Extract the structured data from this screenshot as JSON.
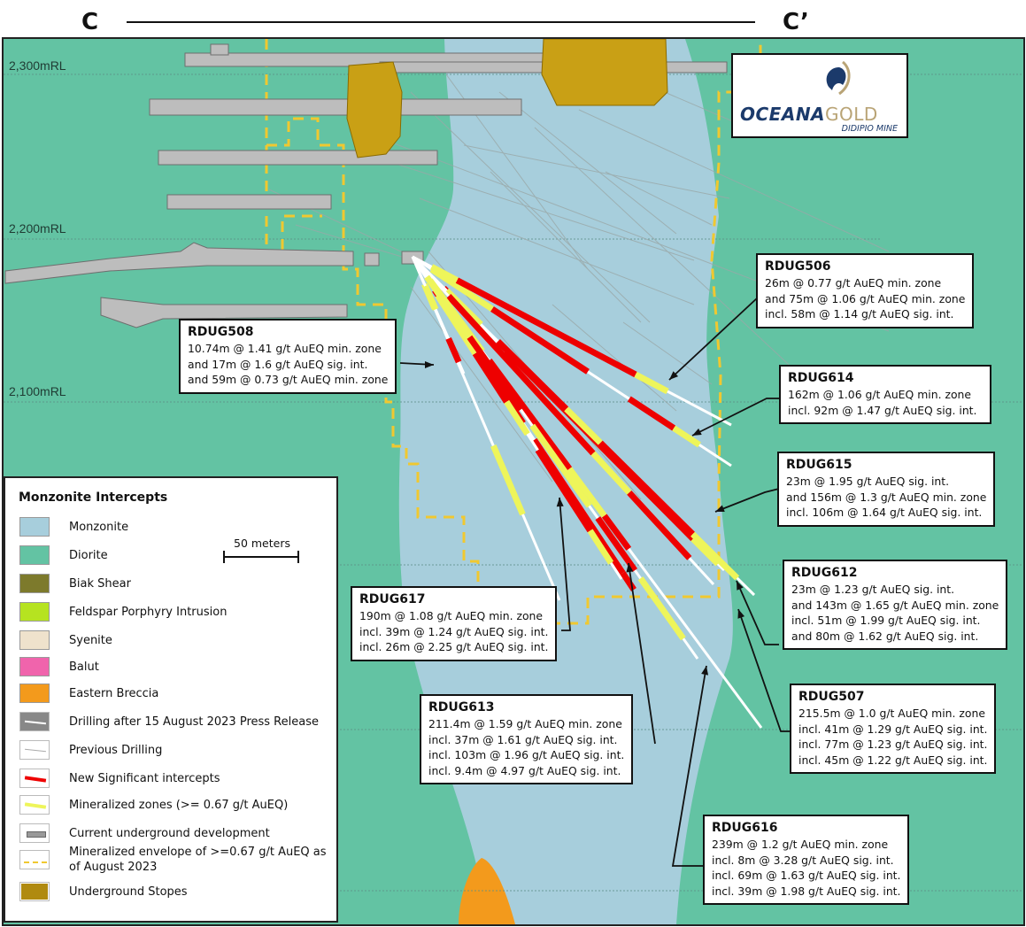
{
  "section": {
    "left_label": "C",
    "right_label": "C’"
  },
  "elevation_labels": [
    "2,300mRL",
    "2,200mRL",
    "2,100mRL"
  ],
  "logo": {
    "word_1": "OCEANA",
    "word_2": "GOLD",
    "subtitle": "DIDIPIO MINE",
    "icon": "oceanagold-crescent-logo-icon",
    "colors": {
      "navy": "#1b3a6b",
      "gold": "#b9a476"
    }
  },
  "colors": {
    "monzonite": "#a7cedc",
    "diorite": "#63c3a3",
    "biak_shear": "#7d7a2c",
    "feldspar_porphyry": "#b6e320",
    "syenite": "#efe2cc",
    "balut": "#f064ac",
    "eastern_breccia": "#f39a1c",
    "significant_intercept": "#ee0000",
    "mineralized_zone": "#eef55a",
    "envelope": "#f0c830",
    "stope": "#c9a015",
    "development": "#b8b8b8"
  },
  "legend": {
    "title": "Monzonite Intercepts",
    "scale_label": "50 meters",
    "items": [
      {
        "label": "Monzonite",
        "swatch": "monzonite"
      },
      {
        "label": "Diorite",
        "swatch": "diorite"
      },
      {
        "label": "Biak Shear",
        "swatch": "biak_shear"
      },
      {
        "label": "Feldspar Porphyry Intrusion",
        "swatch": "feldspar_porphyry"
      },
      {
        "label": "Syenite",
        "swatch": "syenite"
      },
      {
        "label": "Balut",
        "swatch": "balut"
      },
      {
        "label": "Eastern Breccia",
        "swatch": "eastern_breccia"
      },
      {
        "label": "Drilling after 15 August 2023  Press Release",
        "swatch": "new-drilling-line-icon"
      },
      {
        "label": "Previous Drilling",
        "swatch": "previous-drilling-line-icon"
      },
      {
        "label": "New Significant intercepts",
        "swatch": "significant-intercept-icon"
      },
      {
        "label": "Mineralized zones (>= 0.67 g/t AuEQ)",
        "swatch": "mineralized-zone-icon"
      },
      {
        "label": "Current underground development",
        "swatch": "development-icon"
      },
      {
        "label": "Mineralized envelope of >=0.67 g/t AuEQ as of August 2023",
        "swatch": "envelope-dashed-icon"
      },
      {
        "label": "Underground Stopes",
        "swatch": "stope-icon"
      }
    ]
  },
  "drillholes": [
    {
      "id": "RDUG508",
      "lines": [
        "10.74m @ 1.41 g/t AuEQ min. zone",
        "and 17m @ 1.6 g/t AuEQ sig. int.",
        "and 59m @ 0.73 g/t AuEQ min. zone"
      ]
    },
    {
      "id": "RDUG506",
      "lines": [
        "26m @ 0.77 g/t AuEQ min. zone",
        "and 75m @ 1.06 g/t AuEQ min. zone",
        "incl. 58m @ 1.14 g/t AuEQ sig. int."
      ]
    },
    {
      "id": "RDUG614",
      "lines": [
        "162m @ 1.06 g/t AuEQ min. zone",
        "incl. 92m @ 1.47 g/t AuEQ sig. int."
      ]
    },
    {
      "id": "RDUG615",
      "lines": [
        "23m @ 1.95 g/t AuEQ sig. int.",
        "and 156m @ 1.3 g/t AuEQ min. zone",
        "incl. 106m @ 1.64 g/t AuEQ sig. int."
      ]
    },
    {
      "id": "RDUG612",
      "lines": [
        "23m @ 1.23 g/t AuEQ sig. int.",
        "and 143m @ 1.65 g/t AuEQ min. zone",
        "incl. 51m @ 1.99 g/t AuEQ sig. int.",
        "and 80m @ 1.62 g/t AuEQ sig. int."
      ]
    },
    {
      "id": "RDUG617",
      "lines": [
        "190m @ 1.08 g/t AuEQ min. zone",
        "incl. 39m @ 1.24 g/t AuEQ sig. int.",
        "incl. 26m @ 2.25 g/t AuEQ sig. int."
      ]
    },
    {
      "id": "RDUG613",
      "lines": [
        "211.4m @ 1.59 g/t AuEQ min. zone",
        "incl. 37m @ 1.61 g/t AuEQ sig. int.",
        "incl. 103m @ 1.96 g/t AuEQ sig. int.",
        "incl. 9.4m @ 4.97 g/t AuEQ sig. int."
      ]
    },
    {
      "id": "RDUG507",
      "lines": [
        "215.5m @ 1.0 g/t AuEQ min. zone",
        "incl. 41m @ 1.29 g/t AuEQ sig. int.",
        "incl. 77m @ 1.23 g/t AuEQ sig. int.",
        "incl. 45m @ 1.22 g/t AuEQ sig. int."
      ]
    },
    {
      "id": "RDUG616",
      "lines": [
        "239m @ 1.2 g/t AuEQ min. zone",
        "incl. 8m @ 3.28 g/t AuEQ sig. int.",
        "incl. 69m @ 1.63 g/t AuEQ sig. int.",
        "incl. 39m @ 1.98 g/t AuEQ sig. int."
      ]
    }
  ]
}
